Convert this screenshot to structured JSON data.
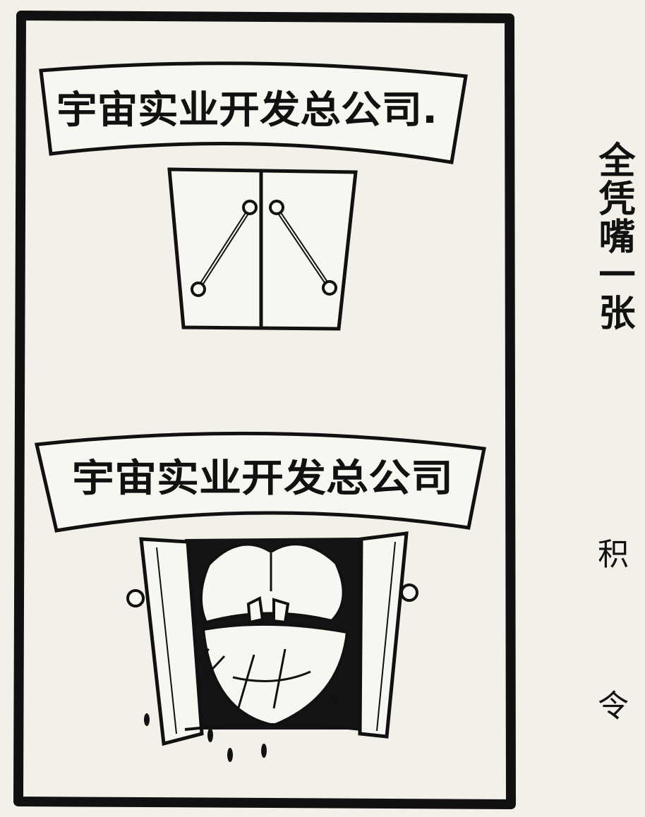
{
  "cartoon": {
    "title": "全凭嘴一张",
    "author": "积 令",
    "panel_top": {
      "sign_text": "宇宙实业开发总公司."
    },
    "panel_bottom": {
      "sign_text": "宇宙实业开发总公司"
    }
  },
  "colors": {
    "ink": "#111111",
    "paper": "#f2f0e8"
  }
}
